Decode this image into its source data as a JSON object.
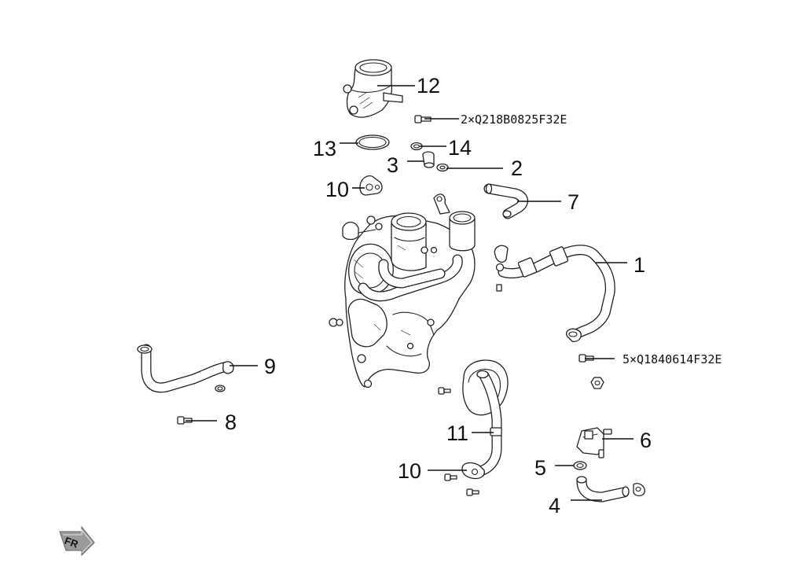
{
  "callouts": {
    "c1": "1",
    "c2": "2",
    "c3": "3",
    "c4": "4",
    "c5": "5",
    "c6": "6",
    "c7": "7",
    "c8": "8",
    "c9": "9",
    "c10a": "10",
    "c10b": "10",
    "c11": "11",
    "c12": "12",
    "c13": "13",
    "c14": "14"
  },
  "part_numbers": {
    "bolt_top": "2×Q218B0825F32E",
    "bolt_right": "5×Q1840614F32E"
  },
  "direction_marker": {
    "label": "FR",
    "icon": "forward-arrow-icon"
  }
}
